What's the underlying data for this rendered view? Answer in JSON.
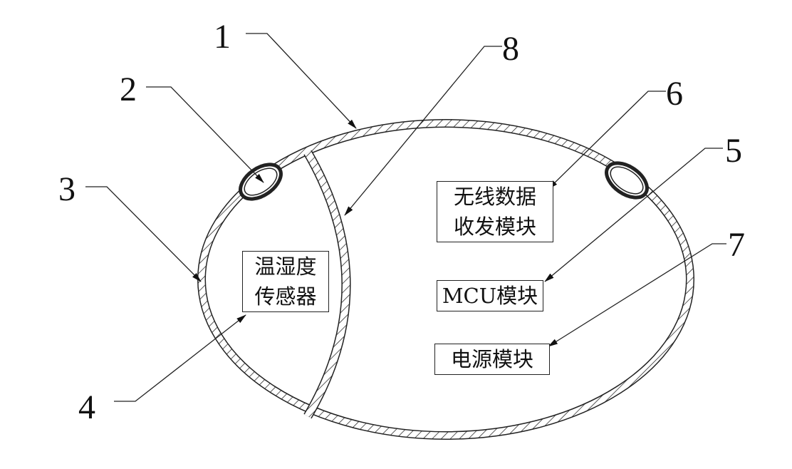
{
  "labels": {
    "n1": "1",
    "n2": "2",
    "n3": "3",
    "n4": "4",
    "n5": "5",
    "n6": "6",
    "n7": "7",
    "n8": "8"
  },
  "modules": {
    "sensor": [
      "温湿度",
      "传感器"
    ],
    "wireless": [
      "无线数据",
      "收发模块"
    ],
    "mcu": "MCU模块",
    "power": "电源模块"
  }
}
